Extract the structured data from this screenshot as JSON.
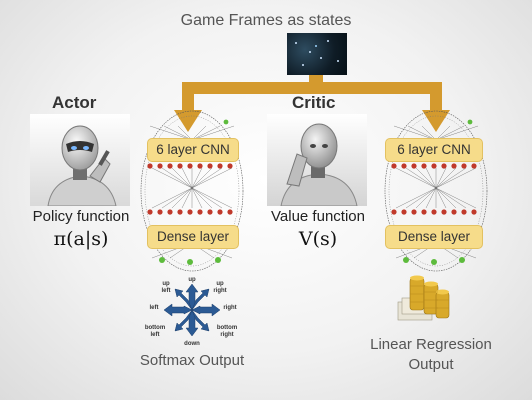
{
  "header": {
    "title": "Game Frames as states"
  },
  "actor": {
    "heading": "Actor",
    "function_label": "Policy function",
    "formula": "π(a|s)",
    "cnn_label": "6 layer CNN",
    "dense_label": "Dense layer",
    "output_label": "Softmax Output",
    "directions": {
      "up": "up",
      "up_left": "up left",
      "up_right": "up right",
      "left": "left",
      "right": "right",
      "bottom_left": "bottom left",
      "bottom_right": "bottom right",
      "down": "down"
    }
  },
  "critic": {
    "heading": "Critic",
    "function_label": "Value function",
    "formula": "V(s)",
    "cnn_label": "6 layer CNN",
    "dense_label": "Dense layer",
    "output_label_line1": "Linear Regression",
    "output_label_line2": "Output"
  },
  "colors": {
    "arrow": "#d49a2e",
    "badge": "#f6dc8a",
    "compass": "#2b5a94",
    "node_red": "#c0392b",
    "node_green": "#5dbb3c"
  }
}
